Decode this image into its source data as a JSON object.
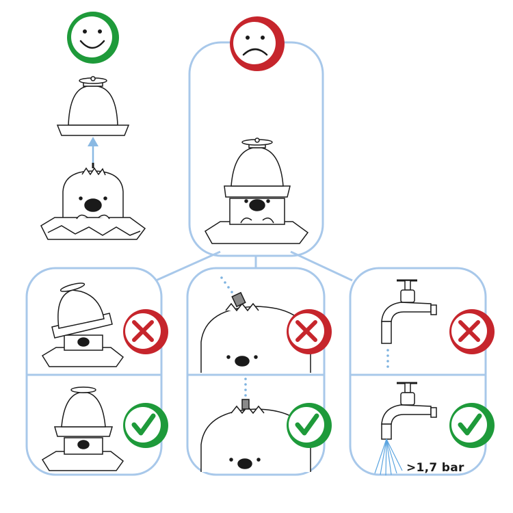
{
  "colors": {
    "panel_border": "#a8c8ea",
    "arrow": "#8ab9e3",
    "drop": "#7eb3e0",
    "happy": "#1e9a3a",
    "sad": "#c6252c",
    "cross": "#c6252c",
    "check": "#1e9a3a",
    "ink": "#1a1a1a",
    "cap_grey": "#8a8a8a",
    "spray": "#5aa4e0"
  },
  "top": {
    "happy_icon": "smiley-face-icon",
    "sad_icon": "sad-face-icon",
    "lift_arrow_icon": "arrow-up-icon"
  },
  "panels": [
    {
      "id": "cover-fit",
      "wrong_icon": "cross-icon",
      "right_icon": "check-icon"
    },
    {
      "id": "nozzle-fit",
      "wrong_icon": "cross-icon",
      "right_icon": "check-icon"
    },
    {
      "id": "water-pressure",
      "wrong_icon": "cross-icon",
      "right_icon": "check-icon",
      "pressure_label": ">1,7 bar"
    }
  ]
}
